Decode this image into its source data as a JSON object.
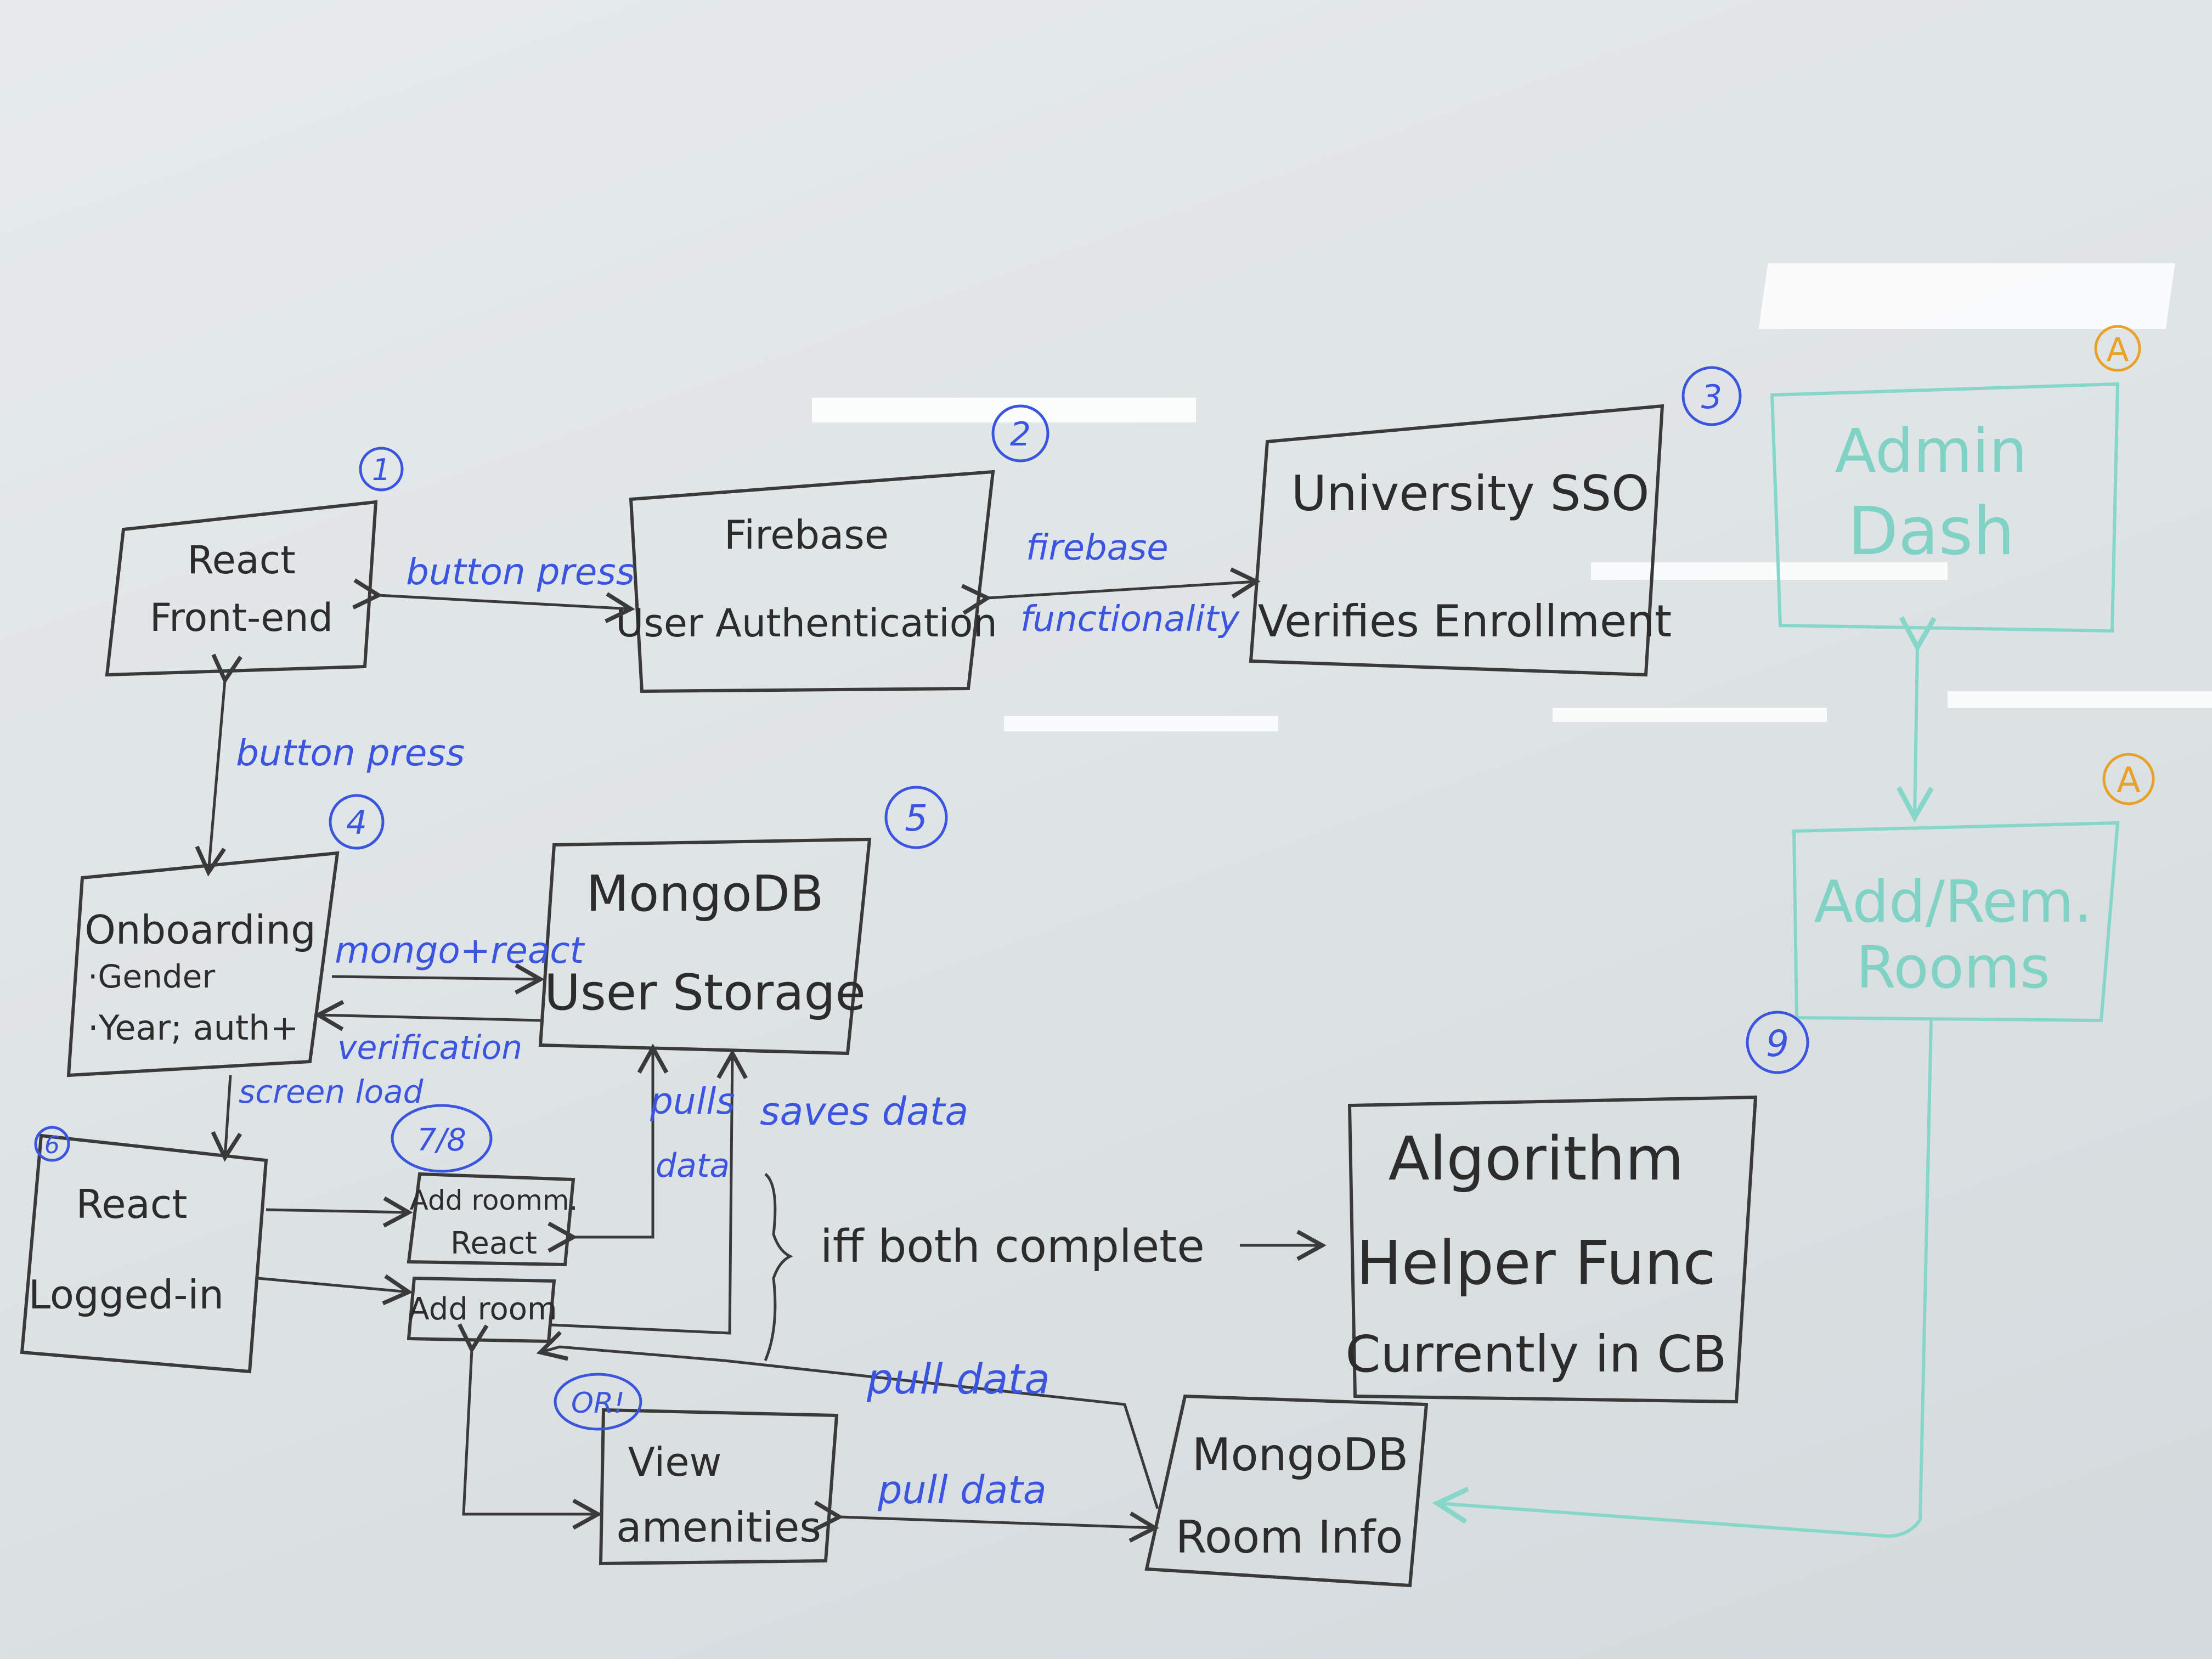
{
  "nodes": {
    "react_frontend": [
      "React",
      "Front-end"
    ],
    "firebase": [
      "Firebase",
      "User Authentication"
    ],
    "sso": [
      "University SSO",
      "Verifies Enrollment"
    ],
    "admin_dash": [
      "Admin",
      "Dash"
    ],
    "add_rem_rooms": [
      "Add/Rem.",
      "Rooms"
    ],
    "onboarding": [
      "Onboarding",
      "·Gender",
      "·Year; auth+"
    ],
    "mongodb_user": [
      "MongoDB",
      "User Storage"
    ],
    "react_loggedin": [
      "React",
      "Logged-in"
    ],
    "add_roommate": [
      "Add roomm.",
      "React"
    ],
    "add_room": [
      "Add room"
    ],
    "algorithm": [
      "Algorithm",
      "Helper Func",
      "Currently in CB"
    ],
    "view_amenities": [
      "View",
      "amenities"
    ],
    "mongodb_room": [
      "MongoDB",
      "Room Info"
    ]
  },
  "numbers": {
    "n1": "1",
    "n2": "2",
    "n3": "3",
    "n4": "4",
    "n5": "5",
    "n6": "6",
    "n78": "7/8",
    "n9": "9",
    "or": "OR!",
    "a1": "A",
    "a2": "A"
  },
  "edges": {
    "button_press_top": "button press",
    "firebase_functionality": [
      "firebase",
      "functionality"
    ],
    "button_press_left": "button press",
    "mongo_react": "mongo+react",
    "verification": "verification",
    "screen_load": "screen load",
    "pulls_data": [
      "pulls",
      "data"
    ],
    "saves_data": "saves data",
    "iff_both_complete": "iff both complete",
    "pull_data_upper": "pull data",
    "pull_data_lower": "pull data"
  },
  "colors": {
    "marker_black": "#3a3a3a",
    "marker_blue": "#3b55e0",
    "marker_teal": "#86d7c9",
    "marker_orange": "#e9a12a"
  }
}
